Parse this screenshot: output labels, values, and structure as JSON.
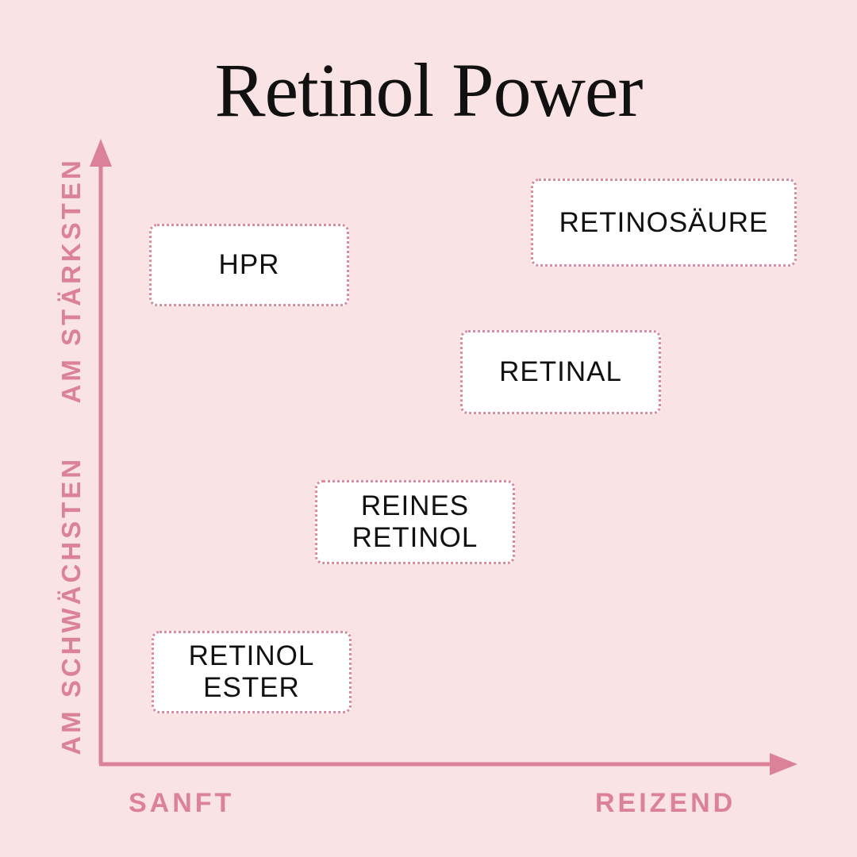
{
  "title": "Retinol Power",
  "axes": {
    "x_low": "SANFT",
    "x_high": "REIZEND",
    "y_low": "AM SCHWÄCHSTEN",
    "y_high": "AM STÄRKSTEN"
  },
  "items": [
    {
      "label": "HPR"
    },
    {
      "label": "RETINOSÄURE"
    },
    {
      "label": "RETINAL"
    },
    {
      "label": "REINES\nRETINOL",
      "line1": "REINES",
      "line2": "RETINOL"
    },
    {
      "label": "RETINOL\nESTER",
      "line1": "RETINOL",
      "line2": "ESTER"
    }
  ],
  "colors": {
    "background": "#fae3e4",
    "accent": "#db8299",
    "box_border": "#d98aa0"
  }
}
